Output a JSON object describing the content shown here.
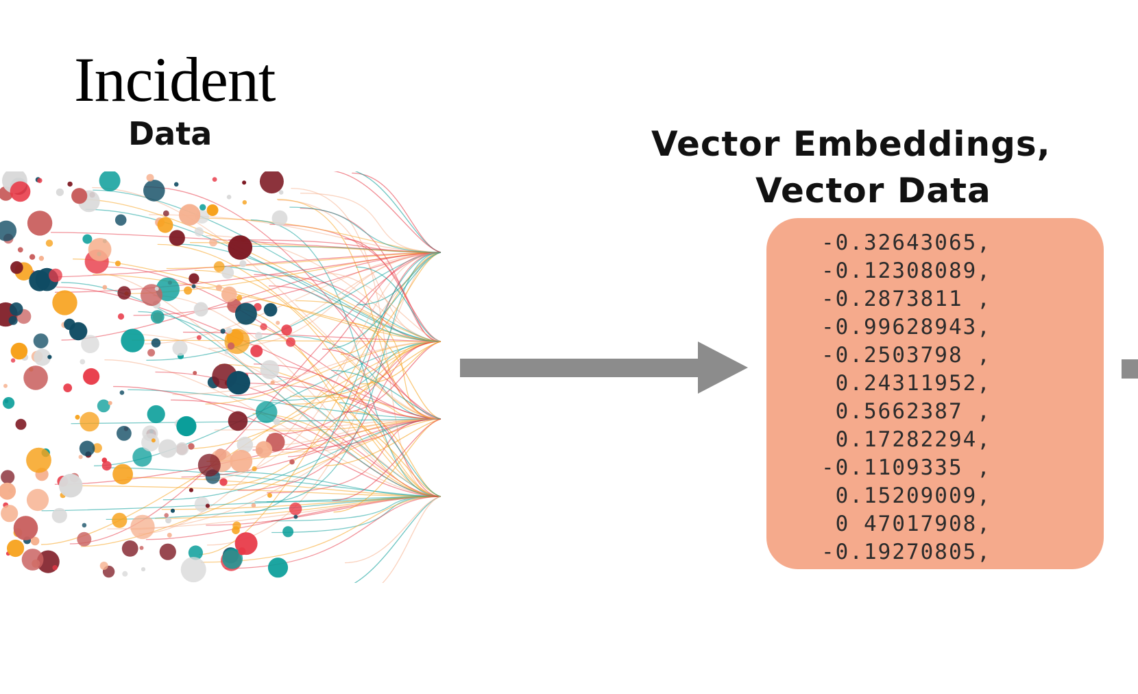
{
  "left_panel": {
    "title_line1": "Incident",
    "title_line2": "Data",
    "graphic_icon": "data-network-illustration"
  },
  "right_panel": {
    "title_line1": "Vector Embeddings,",
    "title_line2": "Vector Data",
    "values": [
      "-0.32643065,",
      "-0.12308089,",
      "-0.2873811 ,",
      "-0.99628943,",
      "-0.2503798 ,",
      " 0.24311952,",
      " 0.5662387 ,",
      " 0.17282294,",
      "-0.1109335 ,",
      " 0.15209009,",
      " 0 47017908,",
      "-0.19270805,"
    ]
  },
  "arrow_icon": "right-arrow-icon",
  "colors": {
    "arrow": "#8c8c8c",
    "vector_box": "#f5aa8c",
    "dot_palette": [
      "#e83a48",
      "#0b9e9a",
      "#f7a21d",
      "#f6b08e",
      "#0f4b63",
      "#7e1a24",
      "#d9d9d9",
      "#c9605f"
    ]
  }
}
